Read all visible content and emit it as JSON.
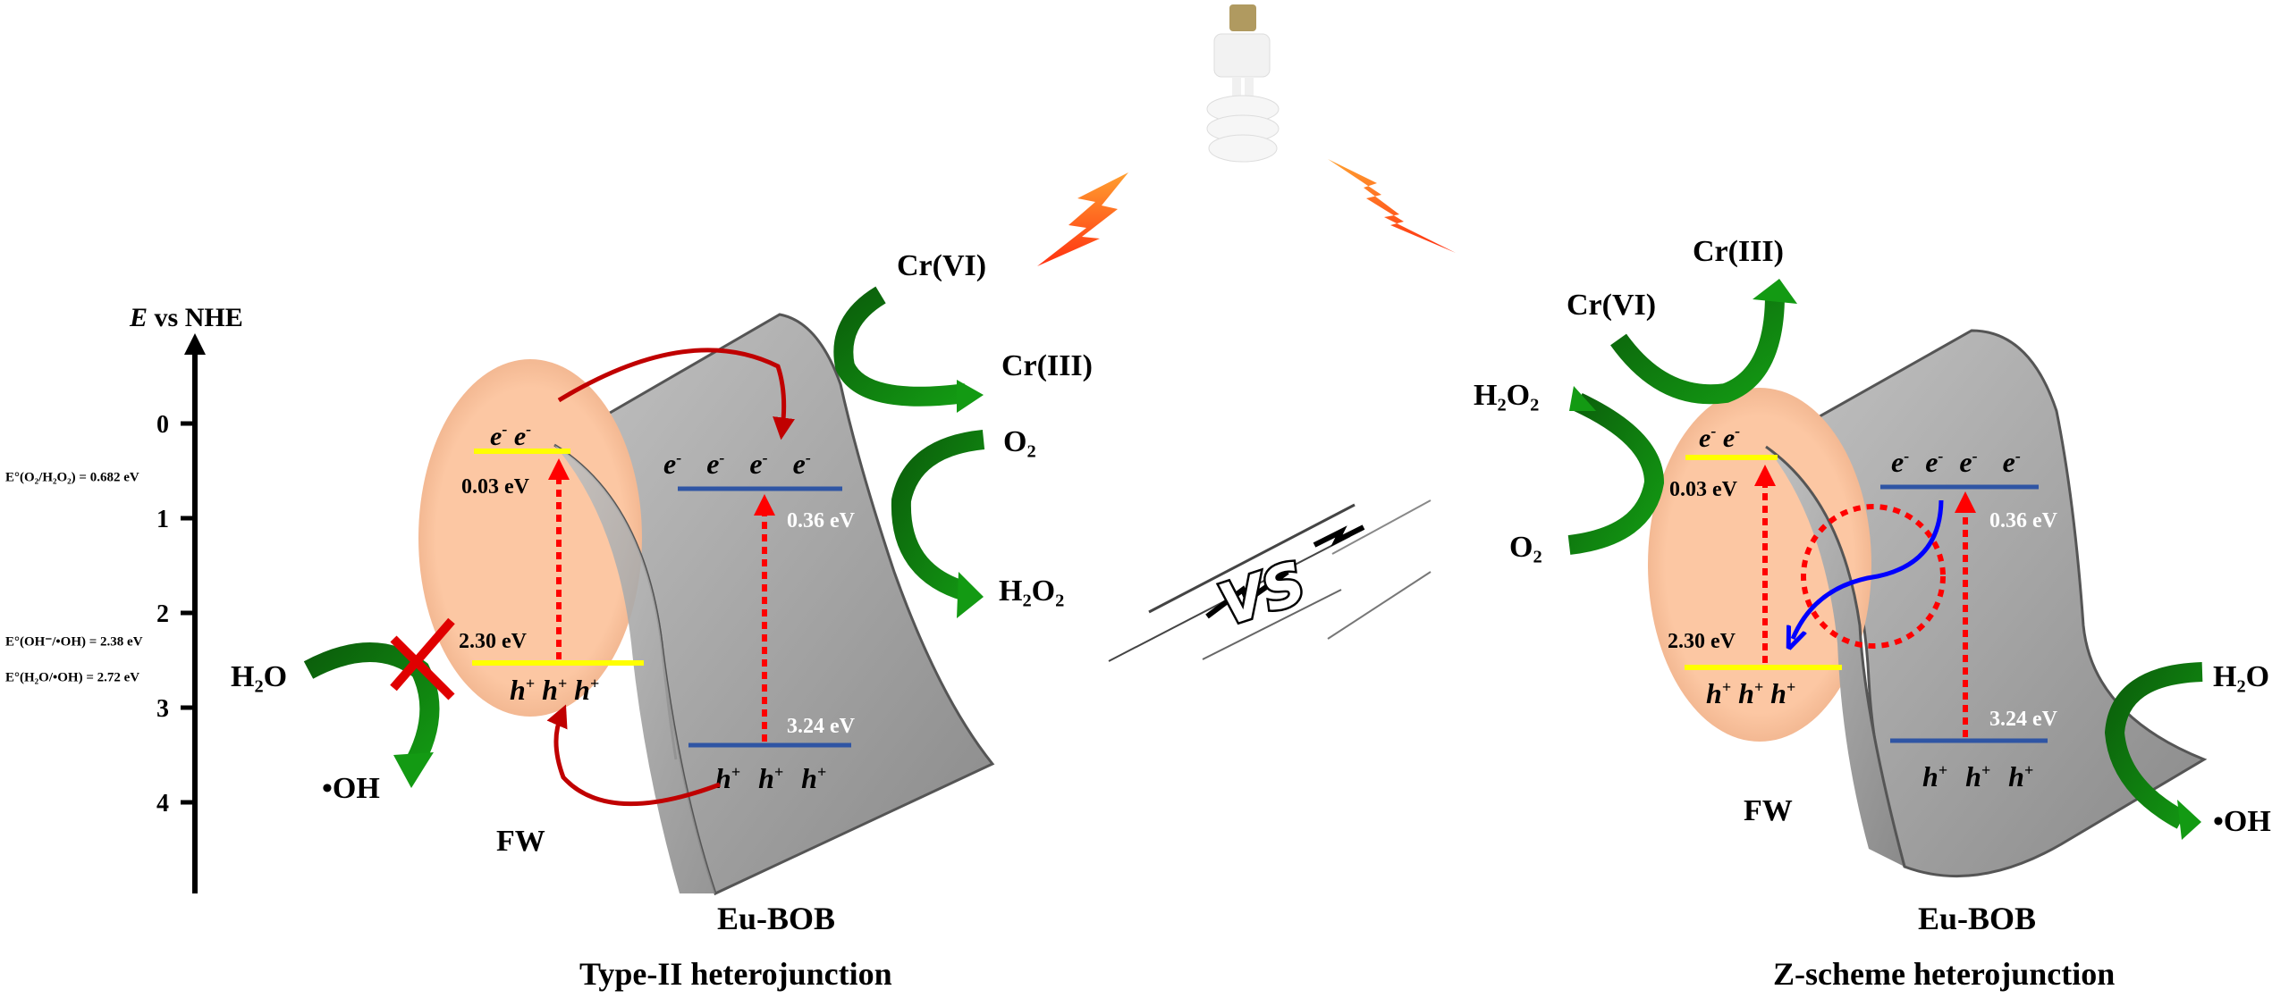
{
  "axis": {
    "title_italic": "E",
    "title_rest": " vs NHE",
    "ticks": [
      "0",
      "1",
      "2",
      "3",
      "4"
    ],
    "refs": [
      {
        "label": "E°(O₂/H₂O₂) = 0.682 eV",
        "value": 0.682
      },
      {
        "label": "E°(OH⁻/•OH) = 2.38 eV",
        "value": 2.38
      },
      {
        "label": "E°(H₂O/•OH) = 2.72 eV",
        "value": 2.72
      }
    ]
  },
  "colors": {
    "fw_fill": "#f9c3a0",
    "eubob_fill": "#9a9a9a",
    "fw_band": "#ffff00",
    "eubob_band": "#2f55a4",
    "excitation_arrow": "#ff0000",
    "transfer_arrow": "#c00000",
    "z_arrow": "#0000ff",
    "reaction_arrow": "#0f7a0f",
    "bolt": "#ff7a20"
  },
  "left": {
    "caption": "Type-II heterojunction",
    "fw_label": "FW",
    "eubob_label": "Eu-BOB",
    "fw_cb": "0.03 eV",
    "fw_vb": "2.30 eV",
    "eubob_cb": "0.36 eV",
    "eubob_vb": "3.24 eV",
    "electron": "e",
    "hole": "h",
    "reactions": {
      "cr_from": "Cr(VI)",
      "cr_to": "Cr(III)",
      "o2": "O₂",
      "h2o2": "H₂O₂",
      "h2o": "H₂O",
      "oh": "•OH",
      "blocked": true
    }
  },
  "right": {
    "caption": "Z-scheme heterojunction",
    "fw_label": "FW",
    "eubob_label": "Eu-BOB",
    "fw_cb": "0.03 eV",
    "fw_vb": "2.30 eV",
    "eubob_cb": "0.36 eV",
    "eubob_vb": "3.24 eV",
    "electron": "e",
    "hole": "h",
    "reactions": {
      "cr_from": "Cr(VI)",
      "cr_to": "Cr(III)",
      "o2": "O₂",
      "h2o2": "H₂O₂",
      "h2o": "H₂O",
      "oh": "•OH"
    }
  },
  "center": {
    "vs": "VS",
    "light_source": "lightbulb-icon"
  }
}
